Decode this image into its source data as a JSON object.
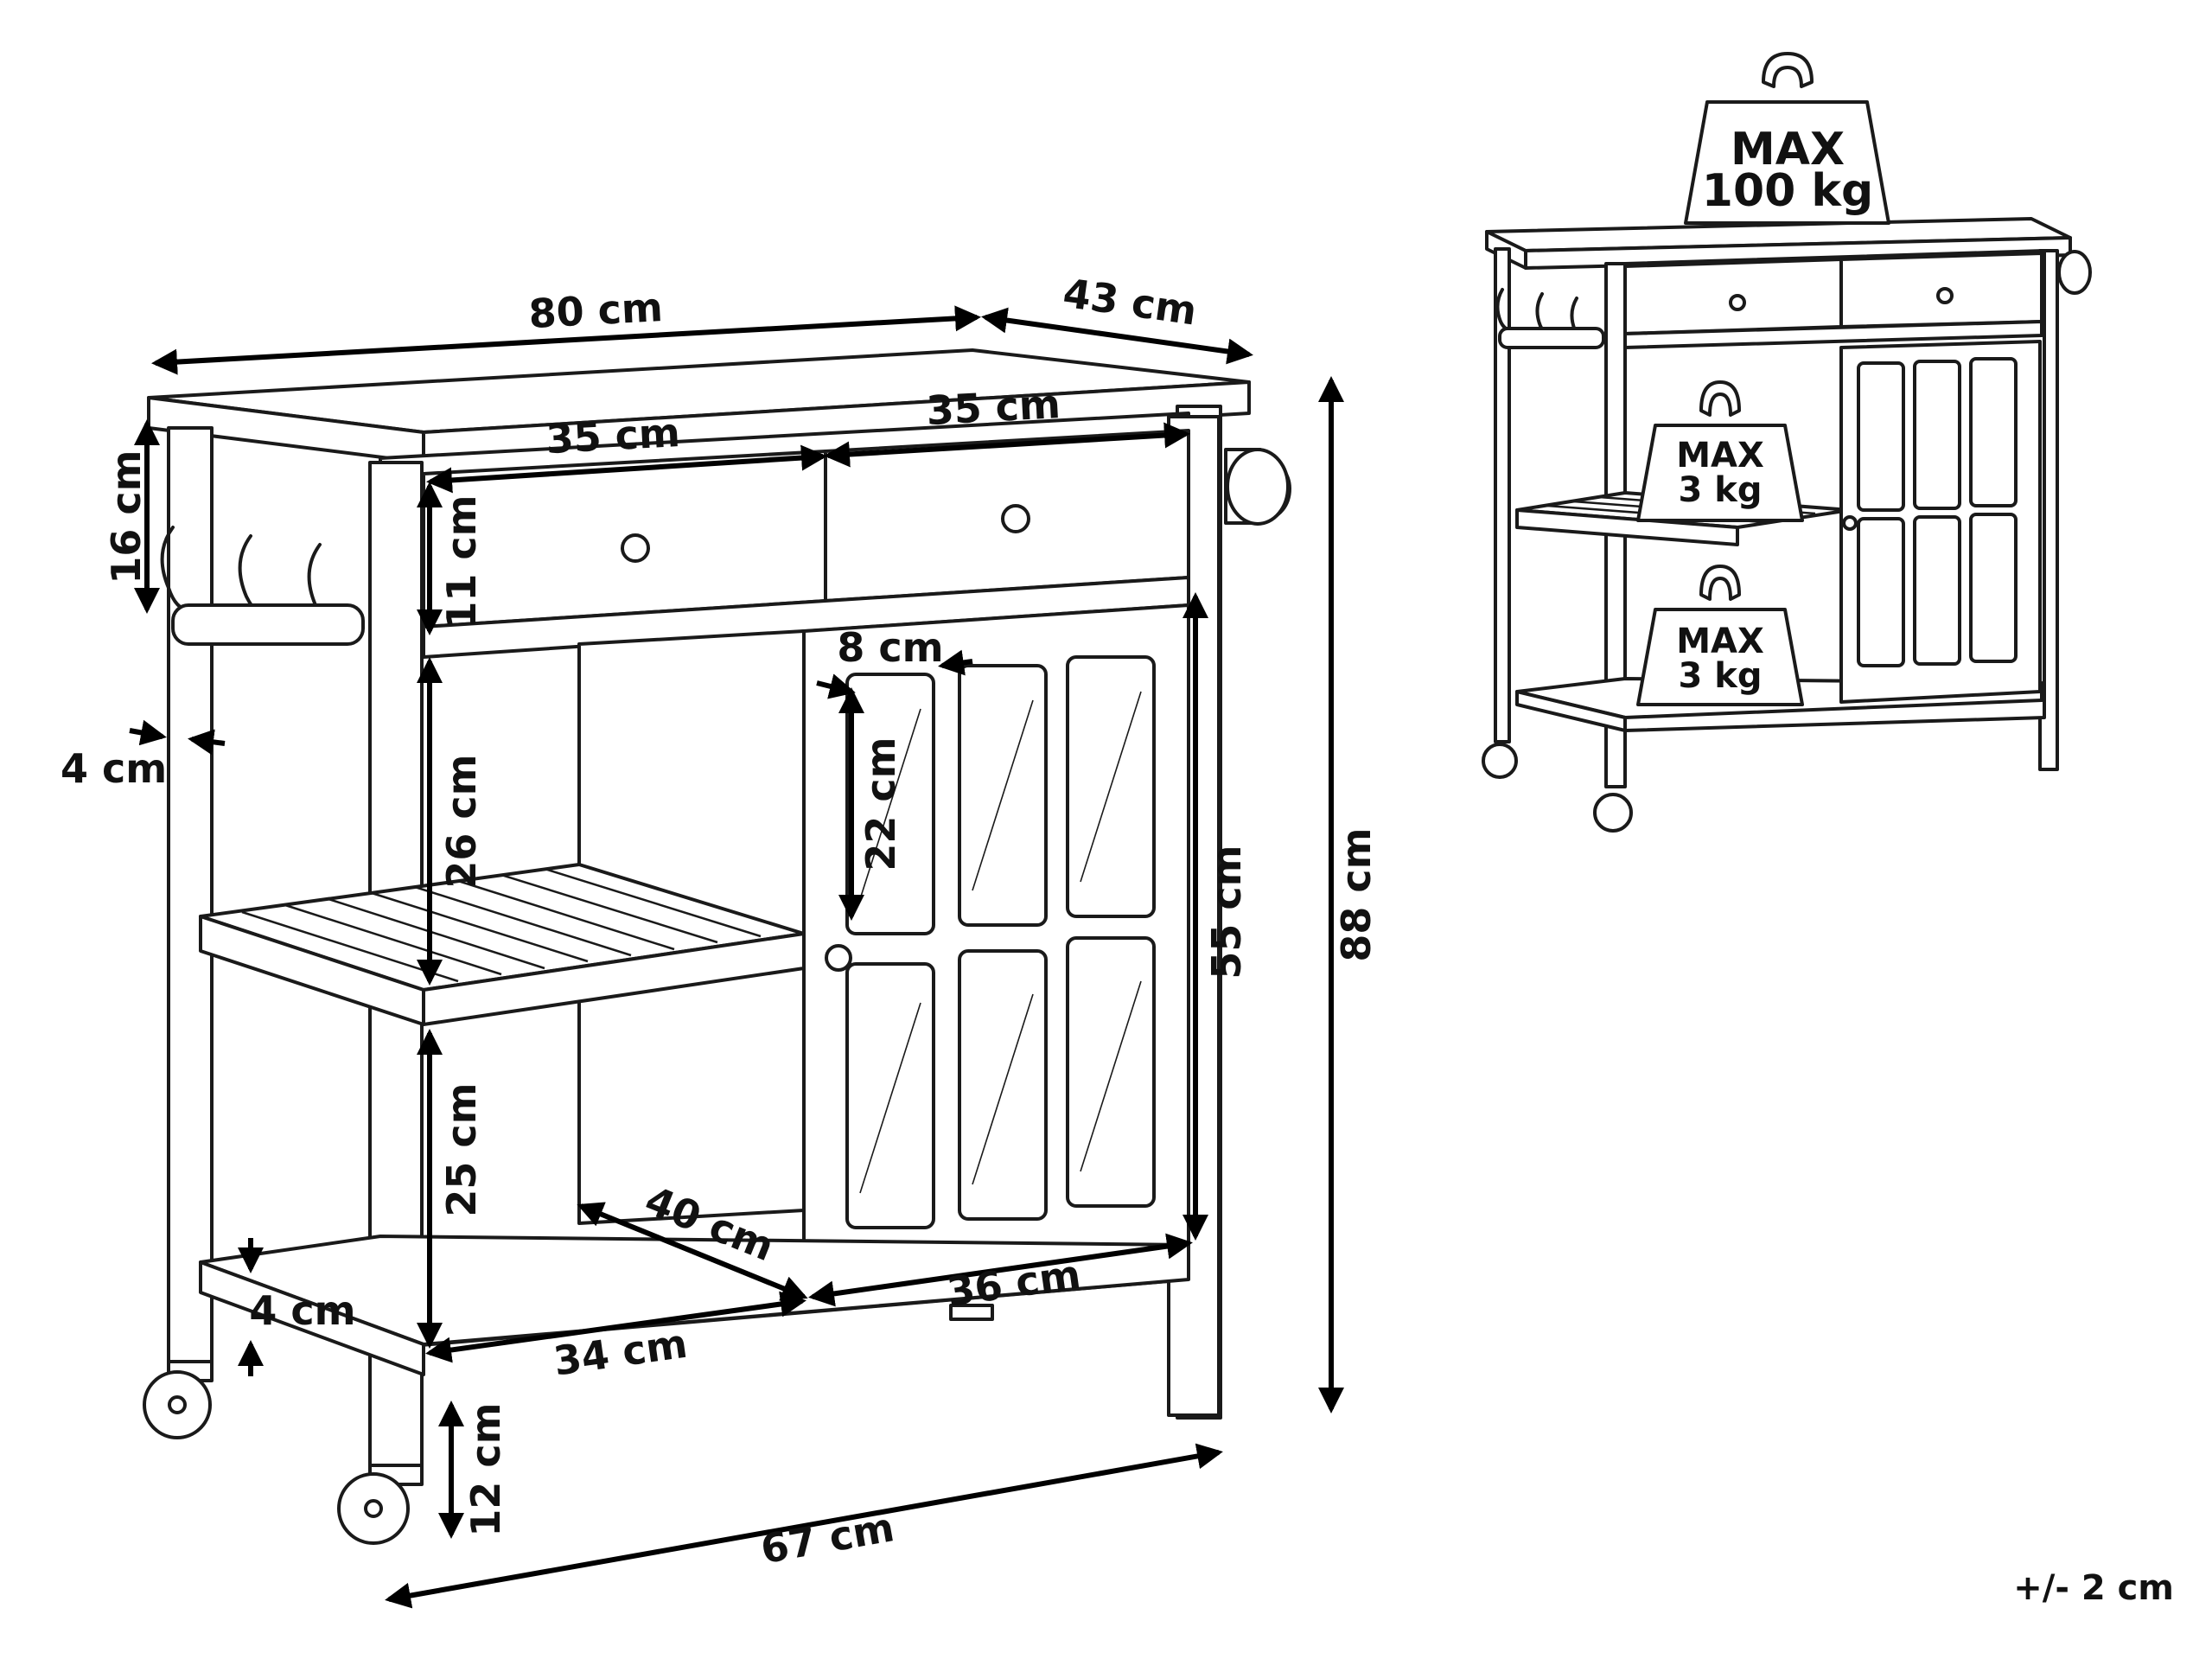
{
  "main_diagram": {
    "dimensions": {
      "width_top": "80 cm",
      "depth_top": "43 cm",
      "drawer_left_width": "35 cm",
      "drawer_right_width": "35 cm",
      "top_overhang": "16 cm",
      "drawer_height": "11 cm",
      "leg_thickness": "4 cm",
      "upper_shelf_gap": "26 cm",
      "lower_shelf_gap": "25 cm",
      "cabinet_height": "55 cm",
      "total_height": "88 cm",
      "door_pane_width": "8 cm",
      "door_pane_height": "22 cm",
      "shelf_depth": "40 cm",
      "cabinet_width": "36 cm",
      "bottom_shelf_width": "34 cm",
      "bottom_shelf_thickness": "4 cm",
      "ground_clearance": "12 cm",
      "base_width": "67 cm"
    }
  },
  "load_diagram": {
    "top_load": {
      "label": "MAX",
      "value": "100 kg"
    },
    "shelf_load": {
      "label": "MAX",
      "value": "3 kg"
    },
    "bottom_load": {
      "label": "MAX",
      "value": "3 kg"
    }
  },
  "tolerance": "+/- 2 cm",
  "colors": {
    "line": "#1a1a1a",
    "background": "#ffffff"
  }
}
